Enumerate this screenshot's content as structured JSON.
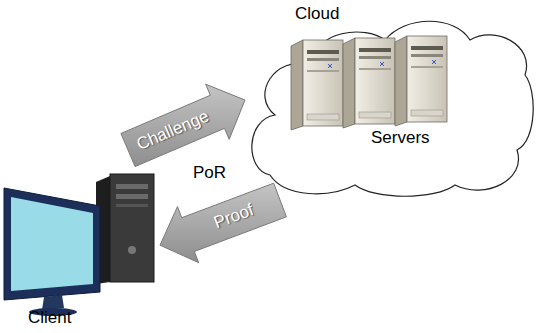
{
  "diagram": {
    "nodes": [
      {
        "text": [
          "Cloud",
          "Servers"
        ]
      },
      {
        "text": [
          "Client"
        ]
      }
    ],
    "edges": [
      {
        "from": 1,
        "to": 0,
        "arrow": "to",
        "label": "Challenge"
      },
      {
        "from": 0,
        "to": 1,
        "arrow": "to",
        "label": "Proof"
      }
    ],
    "labels": [
      "PoR"
    ]
  }
}
